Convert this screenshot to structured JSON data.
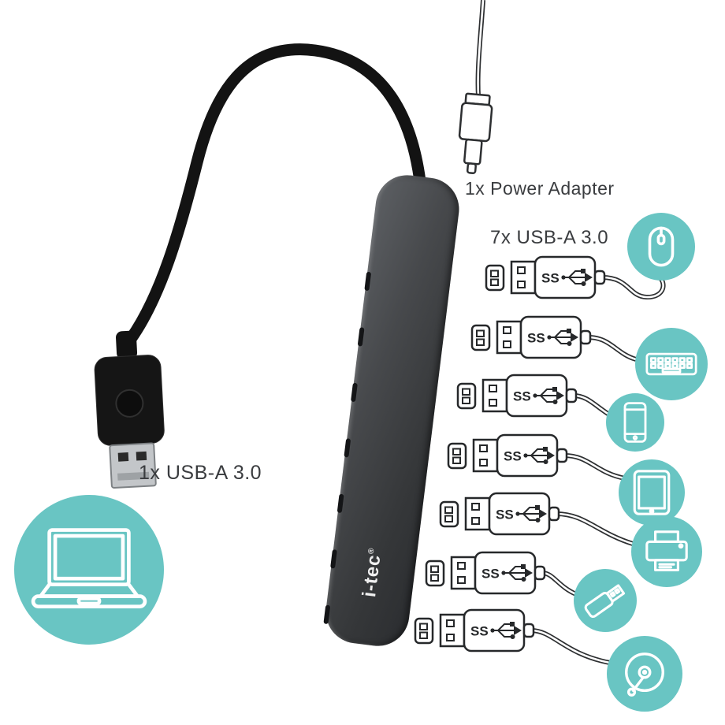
{
  "background": "#ffffff",
  "accent_teal": "#69c5c3",
  "outline_color": "#26282a",
  "labels": {
    "power_adapter": "1x Power Adapter",
    "usb_downstream": "7x USB-A 3.0",
    "usb_upstream": "1x USB-A 3.0"
  },
  "hub": {
    "brand": "i-tec",
    "registered": "®",
    "port_count": 7,
    "body_color_dark": "#2b2d30",
    "body_color_light": "#5d6064"
  },
  "usb_plug": {
    "logo_text": "SS",
    "count": 7,
    "standard": "USB-A 3.0"
  },
  "host_device": {
    "icon": "laptop-icon"
  },
  "devices": [
    {
      "icon": "mouse-icon"
    },
    {
      "icon": "keyboard-icon"
    },
    {
      "icon": "smartphone-icon"
    },
    {
      "icon": "tablet-icon"
    },
    {
      "icon": "printer-icon"
    },
    {
      "icon": "usb-flash-drive-icon"
    },
    {
      "icon": "hard-disk-drive-icon"
    }
  ]
}
